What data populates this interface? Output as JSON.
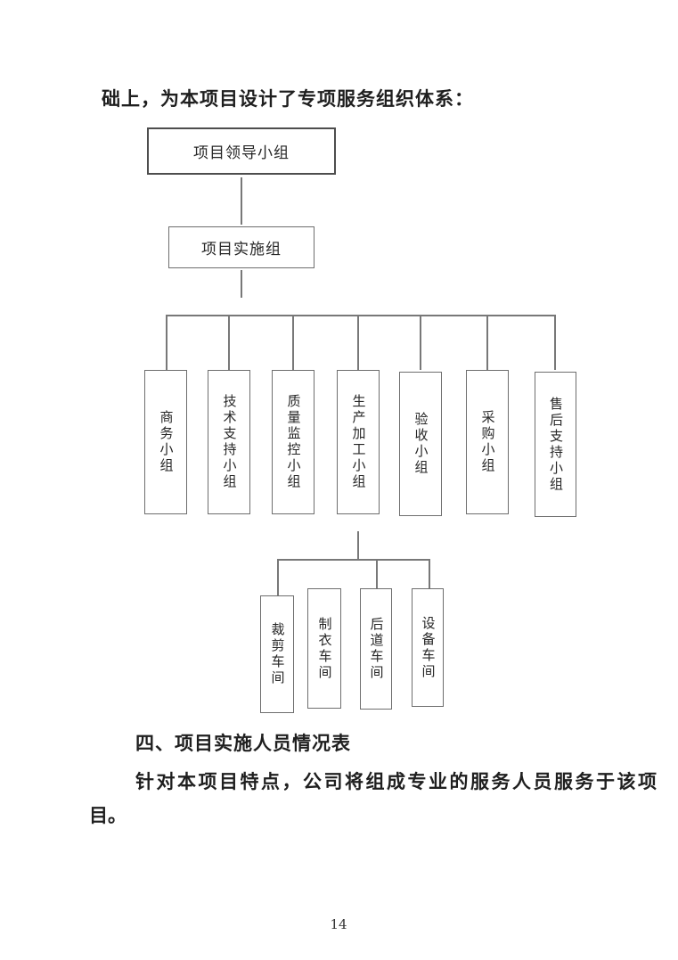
{
  "page": {
    "intro_text": "础上，为本项目设计了专项服务组织体系：",
    "page_number": "14"
  },
  "org_chart": {
    "level1": {
      "label": "项目领导小组"
    },
    "level2": {
      "label": "项目实施组"
    },
    "level3": [
      {
        "label": "商务小组"
      },
      {
        "label": "技术支持小组"
      },
      {
        "label": "质量监控小组"
      },
      {
        "label": "生产加工小组"
      },
      {
        "label": "验收小组"
      },
      {
        "label": "采购小组"
      },
      {
        "label": "售后支持小组"
      }
    ],
    "level4": [
      {
        "label": "裁剪车间"
      },
      {
        "label": "制衣车间"
      },
      {
        "label": "后道车间"
      },
      {
        "label": "设备车间"
      }
    ]
  },
  "body": {
    "heading": "四、项目实施人员情况表",
    "paragraph_line1": "针对本项目特点，公司将组成专业的服务人员服务于该项",
    "paragraph_line2": "目。"
  },
  "colors": {
    "background": "#ffffff",
    "line": "#787878",
    "level1_border": "#4d4d4d",
    "box_border": "#6e6e6e",
    "text": "#1f1f1f"
  }
}
